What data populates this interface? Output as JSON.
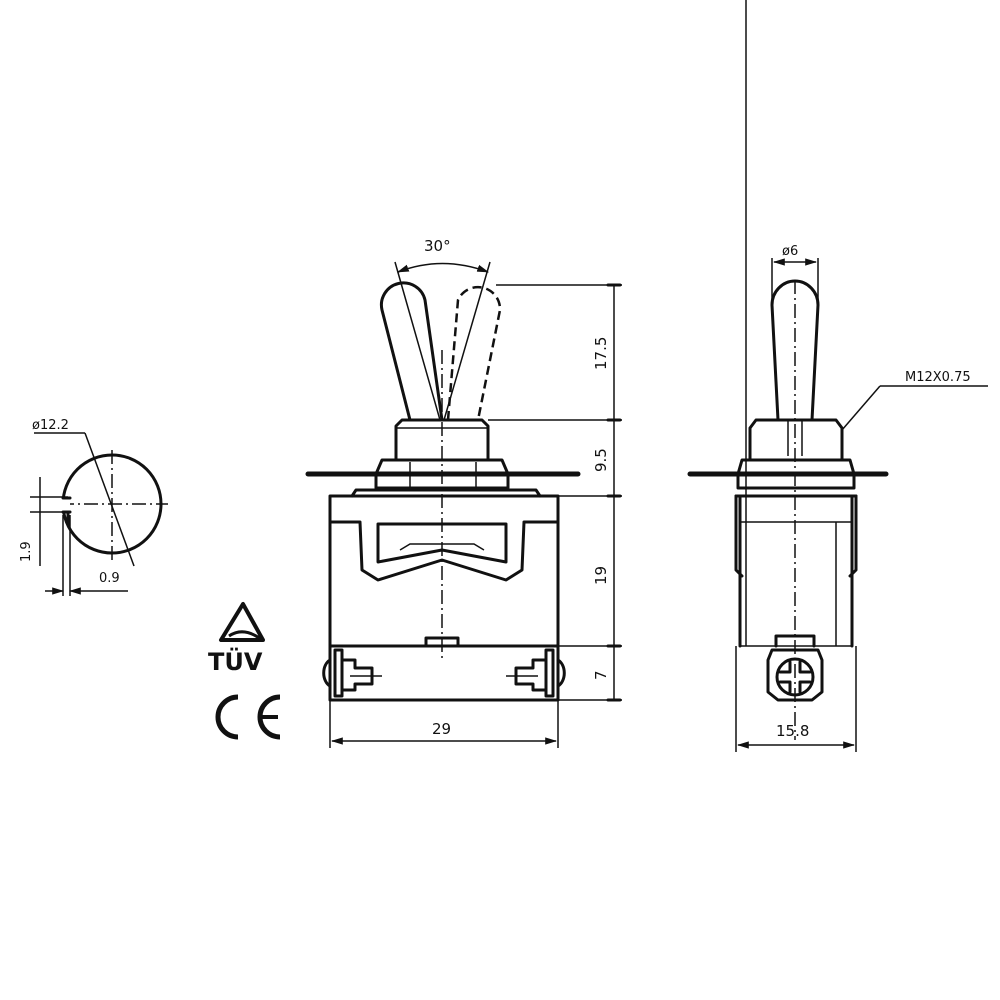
{
  "drawing": {
    "title": "Toggle switch dimension drawing",
    "colors": {
      "line": "#111111",
      "background": "#ffffff"
    },
    "mounting_hole_view": {
      "diameter_label": "ø12.2",
      "key_height_label": "1.9",
      "key_width_label": "0.9"
    },
    "front_view": {
      "angle_label": "30°",
      "lever_height_label": "17.5",
      "bushing_height_label": "9.5",
      "body_height_label": "19",
      "terminal_height_label": "7",
      "body_width_label": "29"
    },
    "side_view": {
      "lever_diameter_label": "ø6",
      "thread_label": "M12X0.75",
      "body_width_label": "15.8"
    },
    "certifications": {
      "tuv_label": "TÜV",
      "ce_label": "CE"
    }
  }
}
